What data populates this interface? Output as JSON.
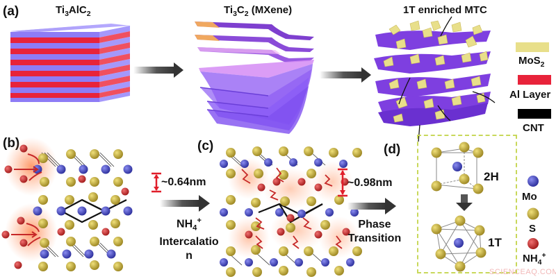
{
  "panels": {
    "a": {
      "label": "(a)",
      "stages": [
        {
          "title_main": "Ti",
          "title_sub1": "3",
          "title_mid": "AlC",
          "title_sub2": "2",
          "title_suffix": ""
        },
        {
          "title_main": "Ti",
          "title_sub1": "3",
          "title_mid": "C",
          "title_sub2": "2",
          "title_suffix": " (MXene)"
        },
        {
          "title_full": "1T enriched MTC"
        }
      ],
      "legend": [
        {
          "label_main": "MoS",
          "label_sub": "2",
          "color": "#e8df8a"
        },
        {
          "label_main": "Al Layer",
          "label_sub": "",
          "color": "#e8233a"
        },
        {
          "label_main": "CNT",
          "label_sub": "",
          "color": "#000000"
        }
      ]
    },
    "b": {
      "label": "(b)",
      "distance": "~0.64nm",
      "process_line1": "NH",
      "process_sub": "4",
      "process_sup": "+",
      "process_line2": "Intercalatio",
      "process_line3": "n"
    },
    "c": {
      "label": "(c)",
      "distance": "~0.98nm",
      "process_line1": "Phase",
      "process_line2": "Transition"
    },
    "d": {
      "label": "(d)",
      "phases": [
        "2H",
        "1T"
      ],
      "legend": [
        {
          "label_main": "Mo",
          "color": "#3b3fb8"
        },
        {
          "label_main": "S",
          "color": "#c9b233"
        },
        {
          "label_main": "NH",
          "label_sub": "4",
          "label_sup": "+",
          "color": "#c62828"
        }
      ]
    }
  },
  "colors": {
    "mxene_purple": "#8b5cf6",
    "ti3alc2_blue": "#8a7cf5",
    "al_red": "#e8233a",
    "mos2_yellow": "#e8df8a",
    "mo_atom": "#3b3fb8",
    "s_atom": "#c9b233",
    "nh4_atom": "#c62828",
    "dashed_box": "#c8d85a",
    "arrow_dark": "#3a3a3a"
  },
  "watermark": "SCIENCEAQ.COM"
}
